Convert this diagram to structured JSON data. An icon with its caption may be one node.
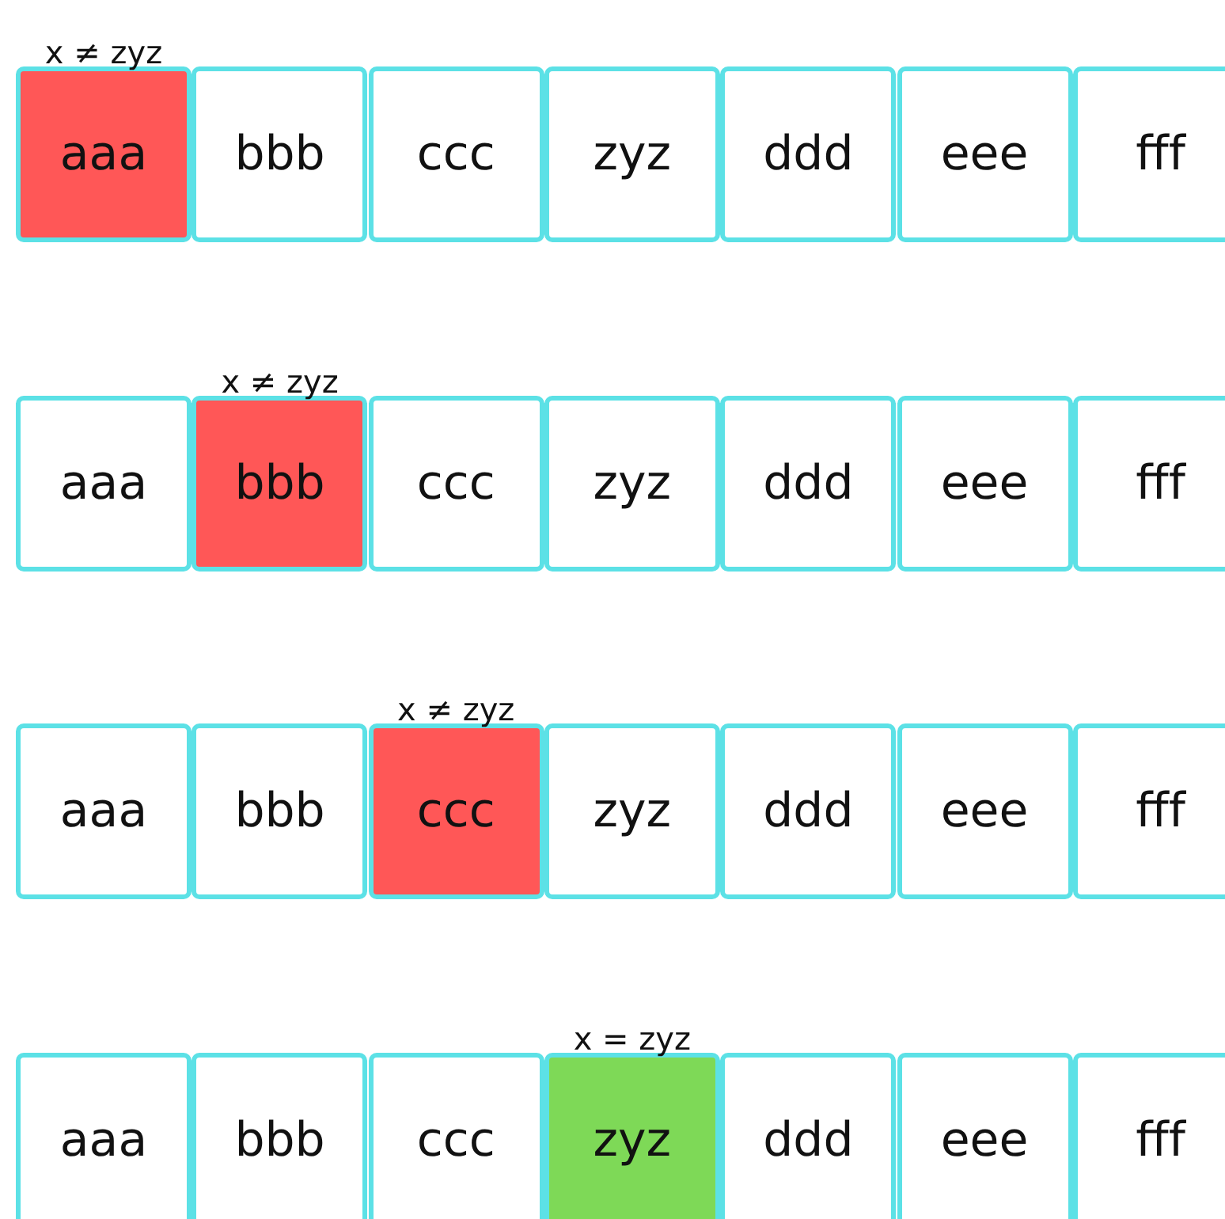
{
  "diagram": {
    "nodes": [
      {
        "text": [
          "aaa"
        ],
        "beside": [
          "x ≠ zyz"
        ]
      },
      {
        "text": [
          "bbb"
        ]
      },
      {
        "text": [
          "ccc"
        ]
      },
      {
        "text": [
          "zyz"
        ]
      },
      {
        "text": [
          "ddd"
        ]
      },
      {
        "text": [
          "eee"
        ]
      },
      {
        "text": [
          "fff"
        ]
      },
      {
        "text": [
          "aaa"
        ]
      },
      {
        "text": [
          "bbb"
        ],
        "beside": [
          "x ≠ zyz"
        ]
      },
      {
        "text": [
          "ccc"
        ]
      },
      {
        "text": [
          "zyz"
        ]
      },
      {
        "text": [
          "ddd"
        ]
      },
      {
        "text": [
          "eee"
        ]
      },
      {
        "text": [
          "fff"
        ]
      },
      {
        "text": [
          "aaa"
        ]
      },
      {
        "text": [
          "bbb"
        ]
      },
      {
        "text": [
          "ccc"
        ],
        "beside": [
          "x ≠ zyz"
        ]
      },
      {
        "text": [
          "zyz"
        ]
      },
      {
        "text": [
          "ddd"
        ]
      },
      {
        "text": [
          "eee"
        ]
      },
      {
        "text": [
          "fff"
        ]
      },
      {
        "text": [
          "aaa"
        ]
      },
      {
        "text": [
          "bbb"
        ]
      },
      {
        "text": [
          "ccc"
        ]
      },
      {
        "text": [
          "zyz"
        ],
        "beside": [
          "x = zyz"
        ]
      },
      {
        "text": [
          "ddd"
        ]
      },
      {
        "text": [
          "eee"
        ]
      },
      {
        "text": [
          "fff"
        ]
      }
    ]
  }
}
